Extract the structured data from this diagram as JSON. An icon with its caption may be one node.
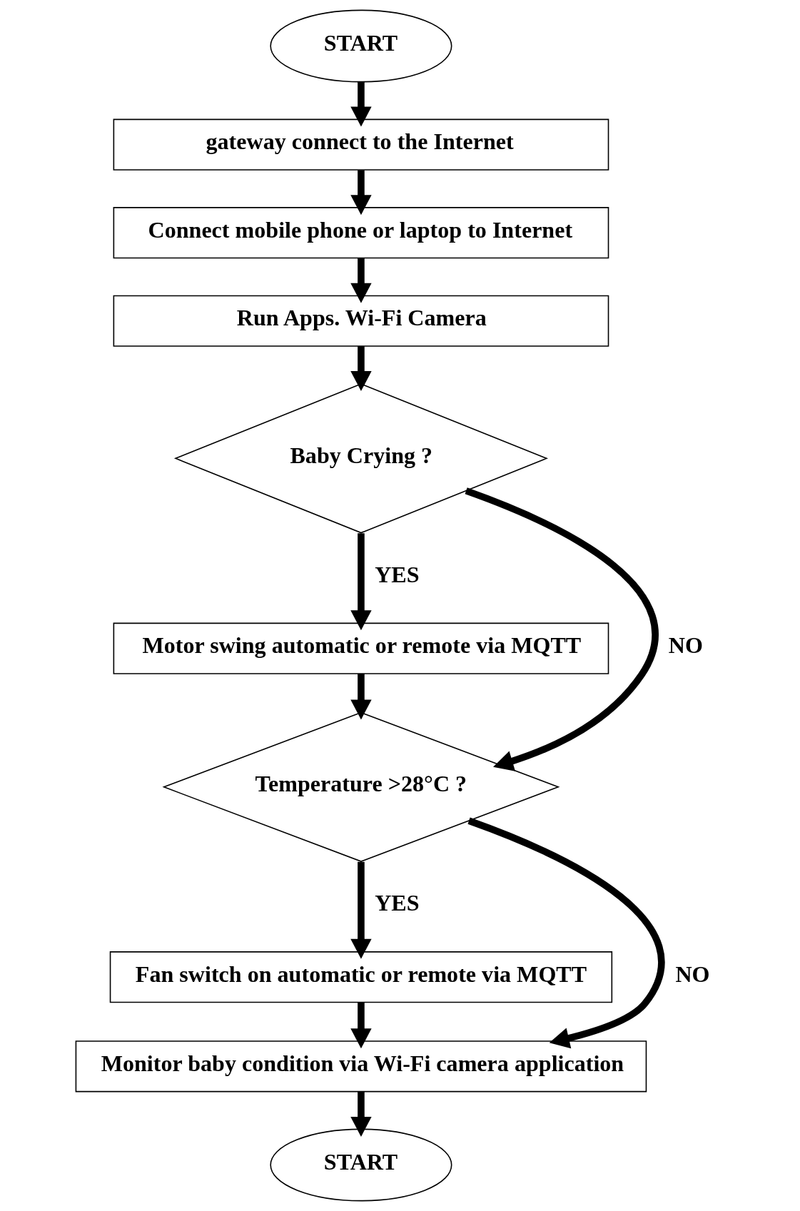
{
  "diagram": {
    "nodes": [
      {
        "text": [
          "START"
        ]
      },
      {
        "text": [
          "gateway connect to the Internet"
        ]
      },
      {
        "text": [
          "Connect mobile phone or laptop to Internet"
        ]
      },
      {
        "text": [
          "Run Apps. Wi-Fi Camera"
        ]
      },
      {
        "text": [
          "Baby Crying ?"
        ]
      },
      {
        "text": [
          "Motor swing automatic or remote via MQTT"
        ]
      },
      {
        "text": [
          "Temperature >28°C ?"
        ]
      },
      {
        "text": [
          "Fan switch on automatic or remote via MQTT"
        ]
      },
      {
        "text": [
          "Monitor baby condition via Wi-Fi camera application"
        ]
      },
      {
        "text": [
          "START"
        ]
      }
    ],
    "edges": [
      {
        "from": 0,
        "to": 1,
        "arrow": "to"
      },
      {
        "from": 1,
        "to": 2,
        "arrow": "to"
      },
      {
        "from": 2,
        "to": 3,
        "arrow": "to"
      },
      {
        "from": 3,
        "to": 4,
        "arrow": "to"
      },
      {
        "from": 4,
        "to": 5,
        "arrow": "to",
        "label": "YES"
      },
      {
        "from": 4,
        "to": 6,
        "arrow": "to",
        "label": "NO"
      },
      {
        "from": 5,
        "to": 6,
        "arrow": "to"
      },
      {
        "from": 6,
        "to": 7,
        "arrow": "to",
        "label": "YES"
      },
      {
        "from": 6,
        "to": 8,
        "arrow": "to",
        "label": "NO"
      },
      {
        "from": 7,
        "to": 8,
        "arrow": "to"
      },
      {
        "from": 8,
        "to": 9,
        "arrow": "to"
      }
    ]
  }
}
